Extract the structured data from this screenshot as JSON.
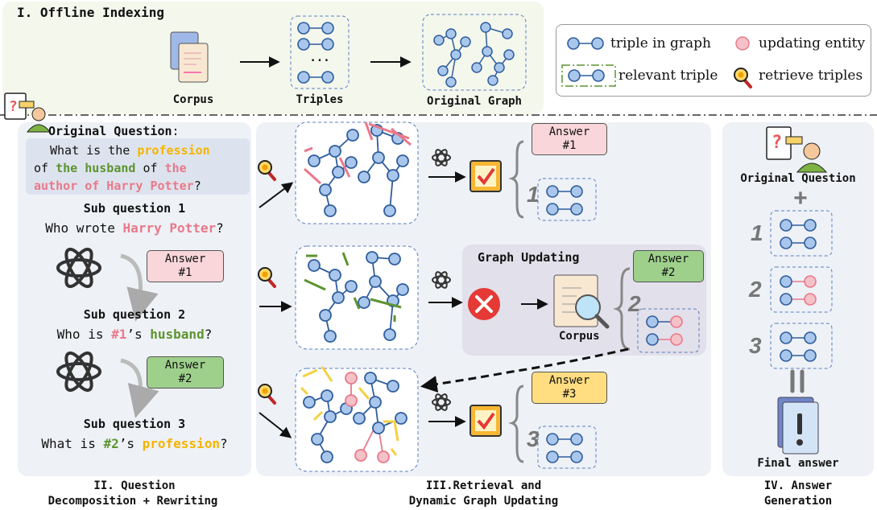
{
  "section1": {
    "title": "I. Offline Indexing",
    "corpus_label": "Corpus",
    "triples_label": "Triples",
    "triples_ellipsis": "...",
    "graph_label": "Original Graph"
  },
  "legend": {
    "triple_in_graph": "triple in graph",
    "updating_entity": "updating entity",
    "relevant_triple": "relevant triple",
    "retrieve_triples": "retrieve triples"
  },
  "section2": {
    "question_header": "Original Question",
    "question_colon": ":",
    "q_line1_a": "What is the ",
    "q_line1_b": "profession",
    "q_line2_a": "of ",
    "q_line2_b": "the husband",
    "q_line2_c": " of ",
    "q_line2_d": "the",
    "q_line3_a": "author of Harry Potter",
    "q_line3_b": "?",
    "sub1_title": "Sub question 1",
    "sub1_a": "Who wrote ",
    "sub1_b": "Harry Potter",
    "sub1_c": "?",
    "answer1": "Answer\n#1",
    "sub2_title": "Sub question 2",
    "sub2_a": "Who is ",
    "sub2_b": "#1",
    "sub2_c": "’s ",
    "sub2_d": "husband",
    "sub2_e": "?",
    "answer2": "Answer\n#2",
    "sub3_title": "Sub question 3",
    "sub3_a": "What is ",
    "sub3_b": "#2",
    "sub3_c": "’s ",
    "sub3_d": "profession",
    "sub3_e": "?",
    "caption_line1": "II. Question",
    "caption_line2": "Decomposition + Rewriting"
  },
  "section3": {
    "answer1": "Answer\n#1",
    "answer2": "Answer\n#2",
    "answer3": "Answer\n#3",
    "graph_updating": "Graph Updating",
    "corpus_label": "Corpus",
    "num1": "1",
    "num2": "2",
    "num3": "3",
    "caption_line1": "III.Retrieval and",
    "caption_line2": "Dynamic Graph Updating"
  },
  "section4": {
    "question_label": "Original Question",
    "plus": "+",
    "num1": "1",
    "num2": "2",
    "num3": "3",
    "final_answer": "Final answer",
    "caption_line1": "IV. Answer",
    "caption_line2": "Generation"
  },
  "colors": {
    "node_fill": "#a9c7ec",
    "node_stroke": "#2f5d9c",
    "pink_node": "#f5c1c8",
    "pink_accent": "#e9798a",
    "green_accent": "#5d9430",
    "yellow_accent": "#f4b400",
    "panel_bg": "#eef1f6",
    "top_panel_bg": "#f4f7ec"
  }
}
